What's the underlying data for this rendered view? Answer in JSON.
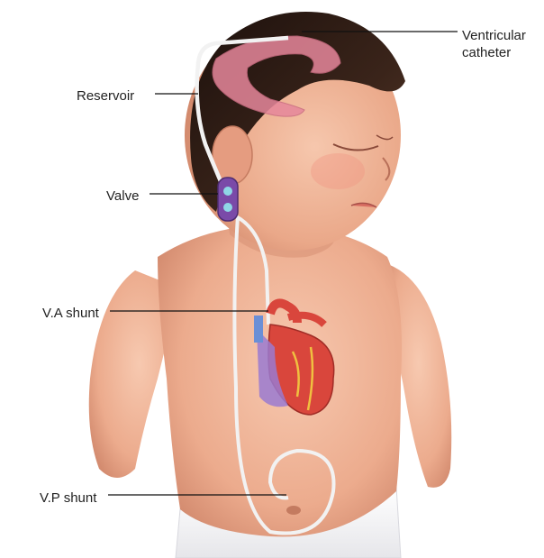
{
  "labels": {
    "ventricular_catheter": "Ventricular\ncatheter",
    "reservoir": "Reservoir",
    "valve": "Valve",
    "va_shunt": "V.A shunt",
    "vp_shunt": "V.P shunt"
  },
  "colors": {
    "skin": "#f2b89a",
    "skin_shadow": "#d98e72",
    "hair": "#2b1a14",
    "ventricle": "#e88a9c",
    "tube": "#f4f4f4",
    "valve": "#7a4aa8",
    "heart": "#d9463c",
    "leader_line": "#111111"
  }
}
